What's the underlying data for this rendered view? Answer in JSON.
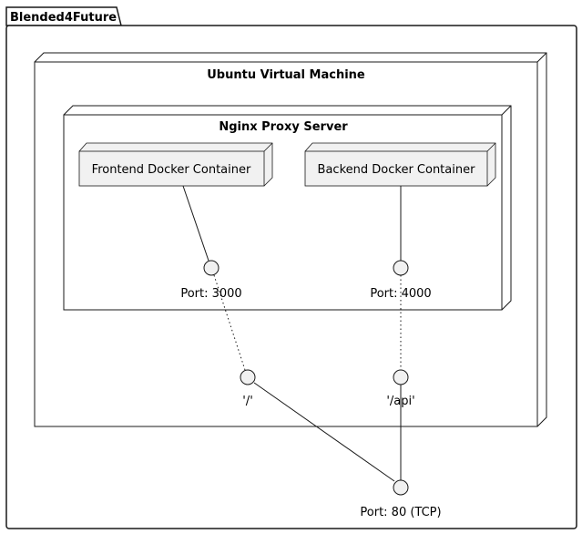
{
  "package": {
    "title": "Blended4Future"
  },
  "nodes": {
    "vm": {
      "title": "Ubuntu Virtual Machine"
    },
    "nginx": {
      "title": "Nginx Proxy Server"
    },
    "frontend": {
      "label": "Frontend Docker Container"
    },
    "backend": {
      "label": "Backend Docker Container"
    }
  },
  "interfaces": {
    "port3000": {
      "label": "Port: 3000"
    },
    "port4000": {
      "label": "Port: 4000"
    },
    "root": {
      "label": "'/'"
    },
    "api": {
      "label": "'/api'"
    },
    "port80": {
      "label": "Port: 80 (TCP)"
    }
  },
  "colors": {
    "stroke": "#181818",
    "node_fill": "#f1f1f1",
    "background": "#ffffff"
  }
}
